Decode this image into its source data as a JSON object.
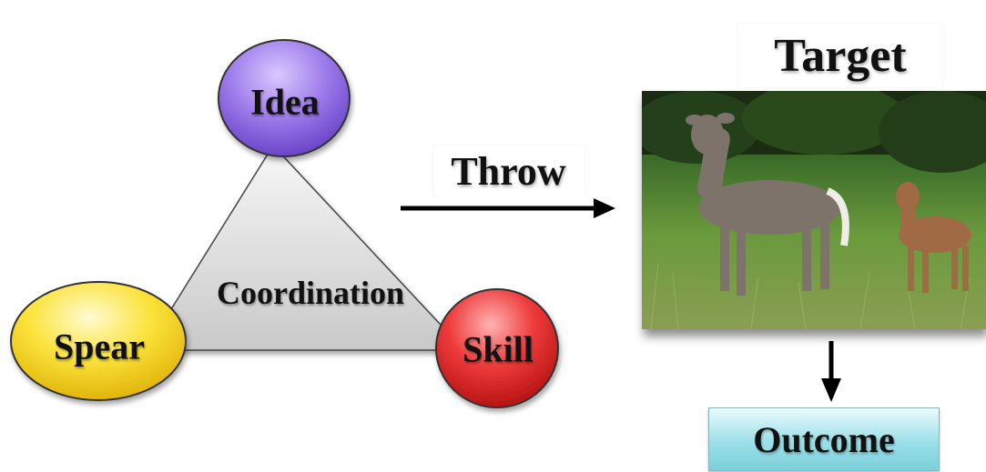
{
  "diagram": {
    "nodes": {
      "idea": "Idea",
      "spear": "Spear",
      "skill": "Skill",
      "center": "Coordination"
    },
    "arrow_label": "Throw",
    "target_title": "Target",
    "outcome_label": "Outcome",
    "colors": {
      "idea": "#8e66e3",
      "spear": "#f4d21c",
      "skill": "#e32b2b",
      "triangle": "#dcdcdc",
      "outcome": "#9be0e8"
    },
    "photo_subject": "waterbuck-photo"
  }
}
